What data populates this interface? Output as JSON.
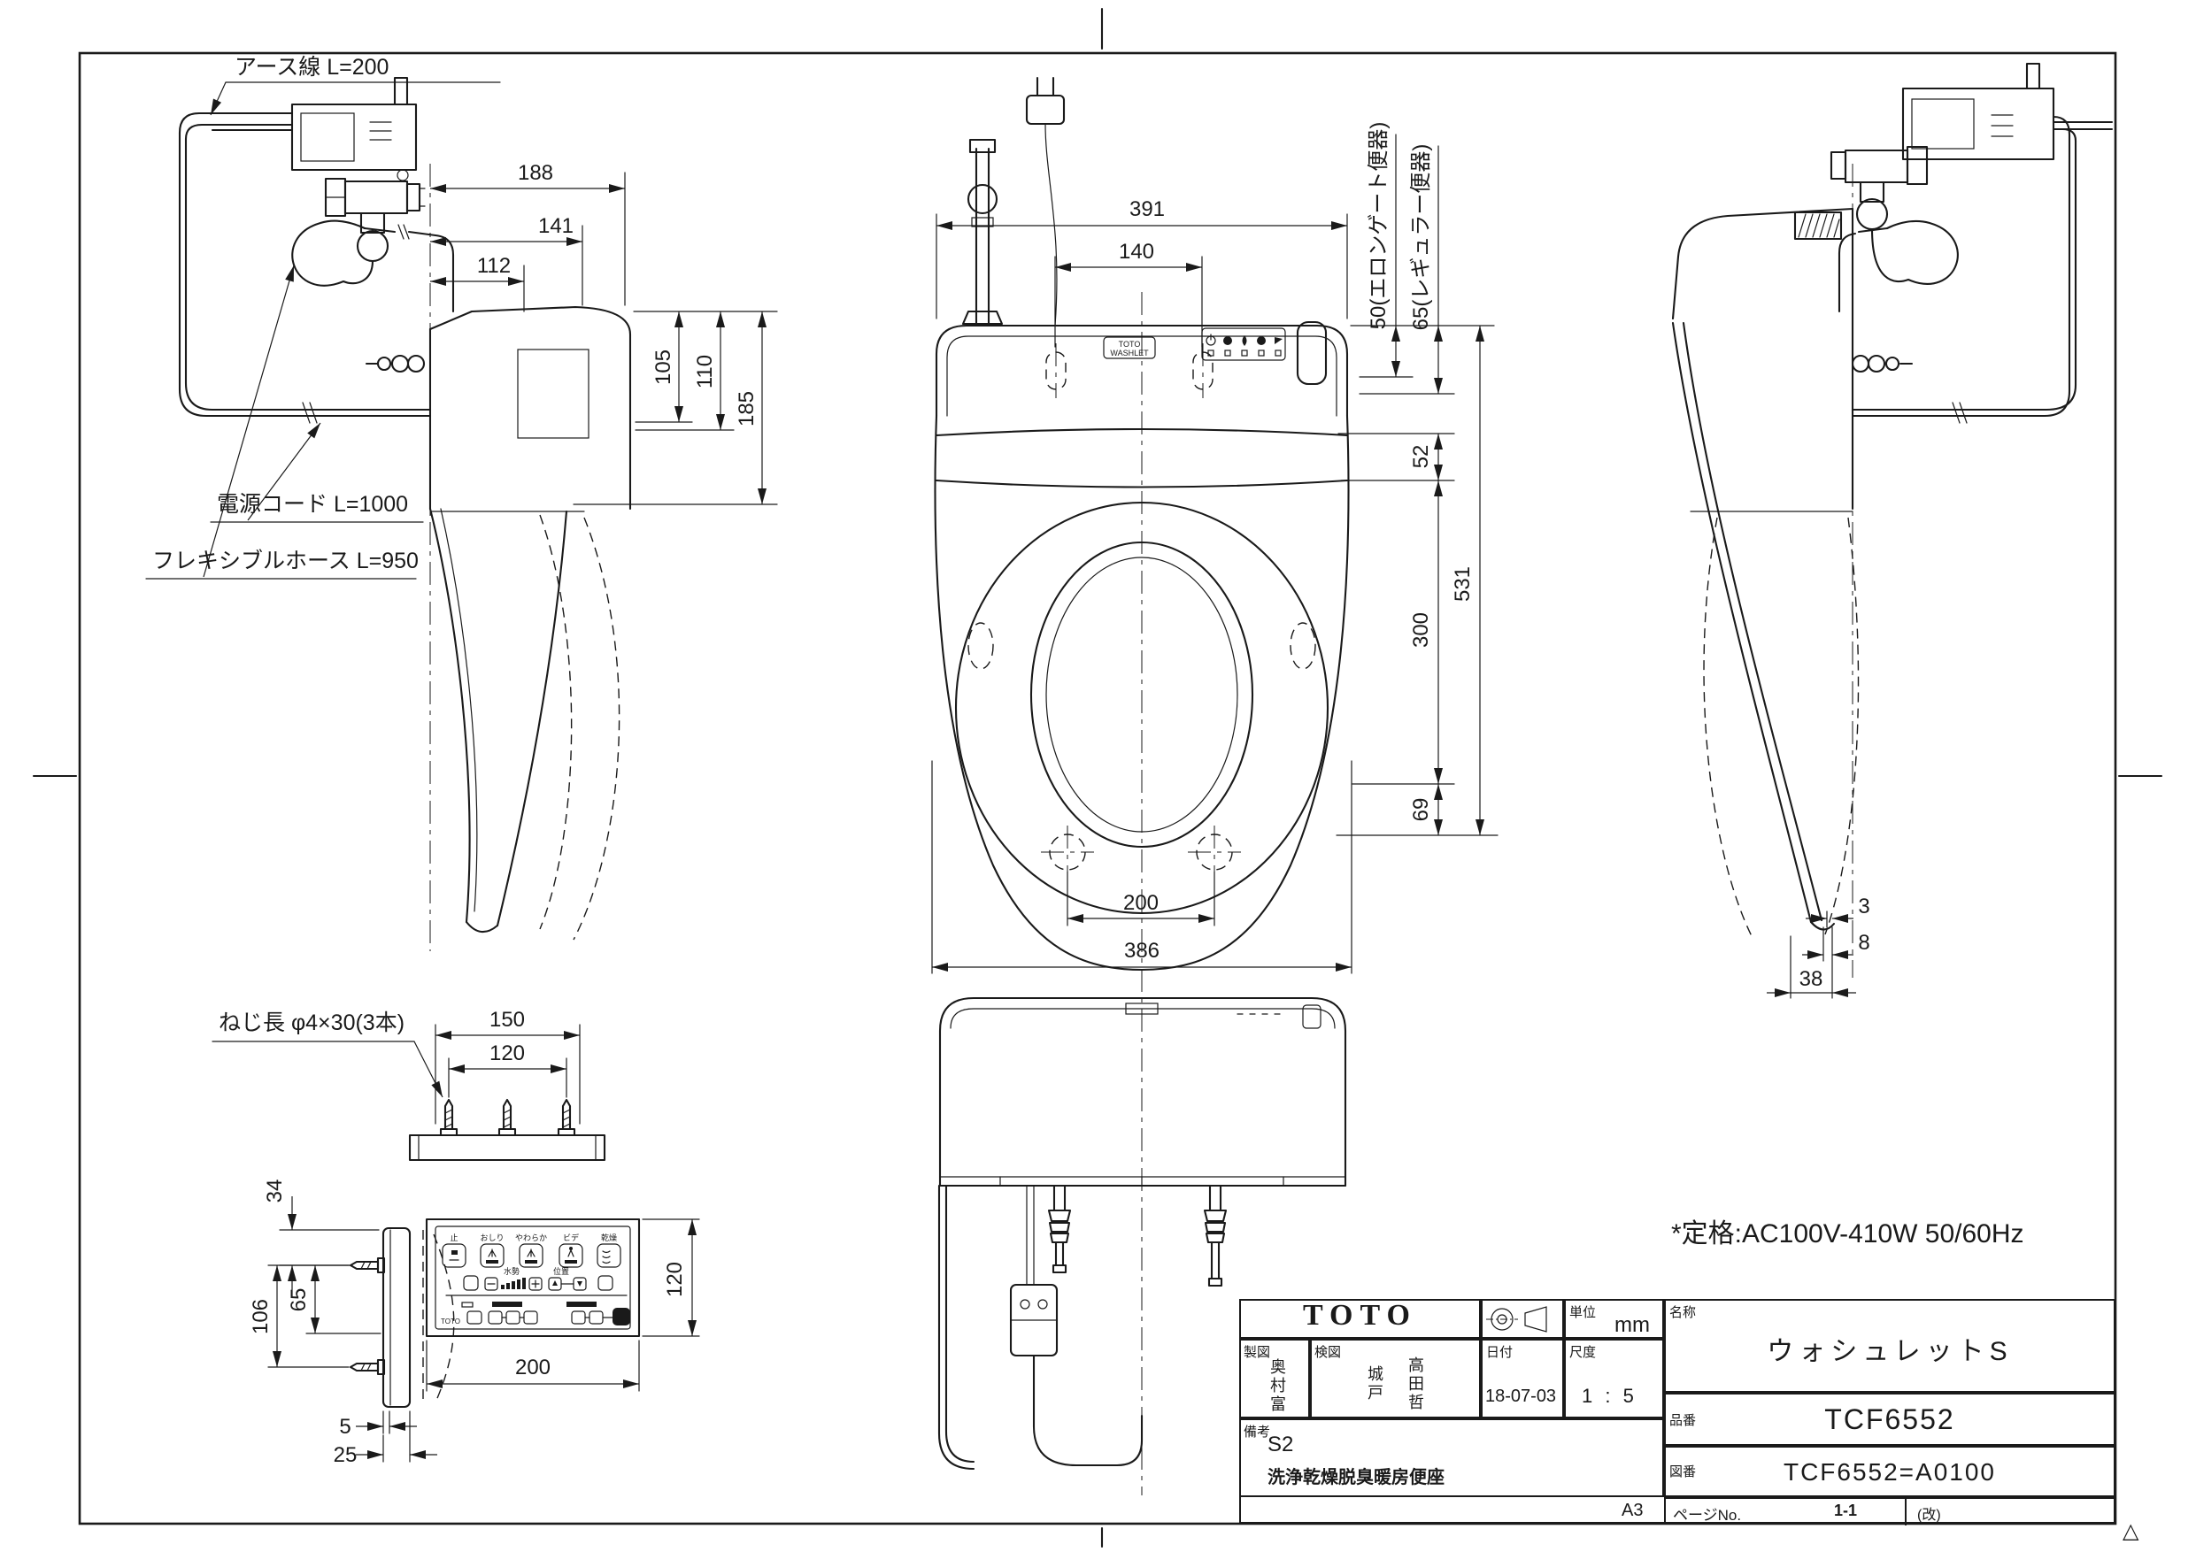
{
  "sheet": {
    "paper_size": "A3",
    "revision_mark": "△"
  },
  "ann": {
    "earth_wire": "アース線 L=200",
    "power_cord": "電源コード L=1000",
    "flexible_hose": "フレキシブルホース L=950",
    "screw_note": "ねじ長 φ4×30(3本)",
    "rating": "*定格:AC100V-410W 50/60Hz"
  },
  "dims": {
    "left": {
      "w188": "188",
      "w141": "141",
      "w112": "112",
      "h105": "105",
      "h110": "110",
      "h185": "185"
    },
    "top": {
      "w391": "391",
      "w140": "140",
      "elongated": "50(エロンゲート便器)",
      "regular": "65(レギュラー便器)",
      "d52": "52",
      "d300": "300",
      "d531": "531",
      "d69": "69",
      "w200": "200",
      "w386": "386"
    },
    "right": {
      "d3": "3",
      "d8": "8",
      "d38": "38"
    },
    "plate": {
      "w150": "150",
      "w120": "120",
      "d34": "34",
      "d106": "106",
      "d65": "65",
      "d5": "5",
      "d25": "25"
    },
    "remote": {
      "w200": "200",
      "h120": "120"
    }
  },
  "device": {
    "badge_brand": "TOTO",
    "badge_model": "WASHLET"
  },
  "remote": {
    "brand": "TOTO",
    "btn_stop": "止",
    "btn_rear": "おしり",
    "btn_soft": "やわらか",
    "btn_bidet": "ビデ",
    "btn_dry": "乾燥",
    "lbl_pressure": "水勢",
    "lbl_position": "位置"
  },
  "title_block": {
    "brand": "TOTO",
    "unit_label": "単位",
    "unit_value": "mm",
    "drafter_label": "製図",
    "drafter_name": "奥村富",
    "checker_label": "検図",
    "checker_name_1": "城戸",
    "checker_name_2": "高田哲",
    "date_label": "日付",
    "date_value": "18-07-03",
    "scale_label": "尺度",
    "scale_value": "1 : 5",
    "remarks_label": "備考",
    "remarks_code": "S2",
    "remarks_desc": "洗浄乾燥脱臭暖房便座",
    "name_label": "名称",
    "name_value": "ウォシュレットS",
    "part_label": "品番",
    "part_value": "TCF6552",
    "drawing_label": "図番",
    "drawing_value": "TCF6552=A0100",
    "page_label": "ページNo.",
    "page_value": "1-1",
    "revision_label": "(改)"
  }
}
